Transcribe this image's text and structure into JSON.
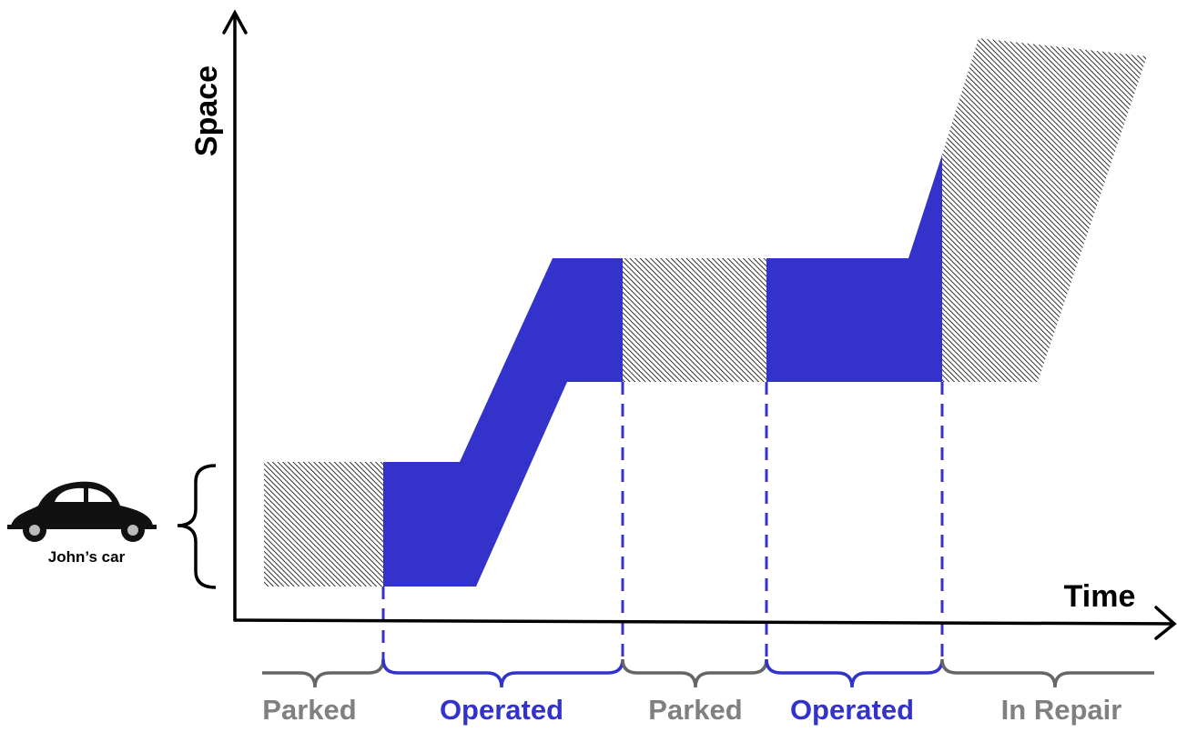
{
  "axes": {
    "y_label": "Space",
    "x_label": "Time"
  },
  "car": {
    "label": "John’s car",
    "icon": "car-icon"
  },
  "phases": [
    {
      "label": "Parked",
      "state": "parked"
    },
    {
      "label": "Operated",
      "state": "operated"
    },
    {
      "label": "Parked",
      "state": "parked"
    },
    {
      "label": "Operated",
      "state": "operated"
    },
    {
      "label": "In Repair",
      "state": "parked"
    }
  ],
  "colors": {
    "operated": "#3333cc",
    "parked_label": "#808080",
    "parked_hatch": "#000000",
    "axis": "#000000",
    "parked_brace": "#666666"
  }
}
